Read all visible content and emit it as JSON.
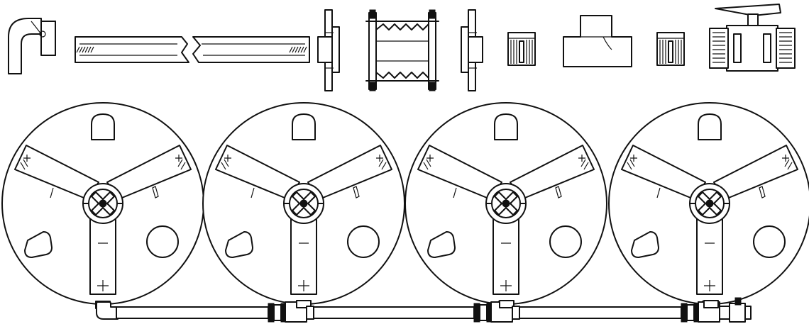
{
  "diagram": {
    "parts_row": [
      {
        "id": "elbow",
        "icon": "pipe-elbow-icon"
      },
      {
        "id": "pipe",
        "icon": "pipe-segment-icon"
      },
      {
        "id": "flange-left",
        "icon": "flange-adapter-icon"
      },
      {
        "id": "expansion-joint",
        "icon": "bellows-expansion-joint-icon"
      },
      {
        "id": "flange-right",
        "icon": "flange-adapter-icon"
      },
      {
        "id": "nipple-1",
        "icon": "threaded-nipple-icon"
      },
      {
        "id": "tee",
        "icon": "pipe-tee-icon"
      },
      {
        "id": "nipple-2",
        "icon": "threaded-nipple-icon"
      },
      {
        "id": "ball-valve",
        "icon": "ball-valve-icon"
      }
    ],
    "tanks": [
      {
        "id": "tank-1",
        "icon": "tank-lid-icon"
      },
      {
        "id": "tank-2",
        "icon": "tank-lid-icon"
      },
      {
        "id": "tank-3",
        "icon": "tank-lid-icon"
      },
      {
        "id": "tank-4",
        "icon": "tank-lid-icon"
      }
    ],
    "manifold": {
      "icon": "connecting-manifold-icon",
      "end_fitting": "ball-valve-icon"
    }
  }
}
